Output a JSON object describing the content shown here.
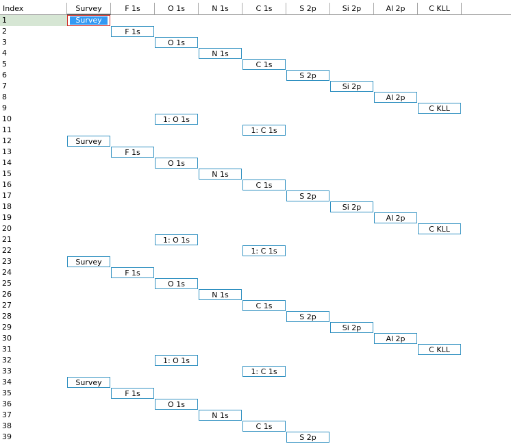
{
  "columns": [
    {
      "key": "index",
      "label": "Index"
    },
    {
      "key": "survey",
      "label": "Survey"
    },
    {
      "key": "f1s",
      "label": "F 1s"
    },
    {
      "key": "o1s",
      "label": "O 1s"
    },
    {
      "key": "n1s",
      "label": "N 1s"
    },
    {
      "key": "c1s",
      "label": "C 1s"
    },
    {
      "key": "s2p",
      "label": "S 2p"
    },
    {
      "key": "si2p",
      "label": "Si 2p"
    },
    {
      "key": "al2p",
      "label": "Al 2p"
    },
    {
      "key": "ckll",
      "label": "C KLL"
    }
  ],
  "sorted_column": "survey",
  "selected_row": 1,
  "active_cell": {
    "row": 1,
    "column": "survey"
  },
  "rows": [
    {
      "index": "1",
      "cells": [
        {
          "column": "survey",
          "text": "Survey"
        }
      ]
    },
    {
      "index": "2",
      "cells": [
        {
          "column": "f1s",
          "text": "F 1s"
        }
      ]
    },
    {
      "index": "3",
      "cells": [
        {
          "column": "o1s",
          "text": "O 1s"
        }
      ]
    },
    {
      "index": "4",
      "cells": [
        {
          "column": "n1s",
          "text": "N 1s"
        }
      ]
    },
    {
      "index": "5",
      "cells": [
        {
          "column": "c1s",
          "text": "C 1s"
        }
      ]
    },
    {
      "index": "6",
      "cells": [
        {
          "column": "s2p",
          "text": "S 2p"
        }
      ]
    },
    {
      "index": "7",
      "cells": [
        {
          "column": "si2p",
          "text": "Si 2p"
        }
      ]
    },
    {
      "index": "8",
      "cells": [
        {
          "column": "al2p",
          "text": "Al 2p"
        }
      ]
    },
    {
      "index": "9",
      "cells": [
        {
          "column": "ckll",
          "text": "C KLL"
        }
      ]
    },
    {
      "index": "10",
      "cells": [
        {
          "column": "o1s",
          "text": "1: O 1s"
        }
      ]
    },
    {
      "index": "11",
      "cells": [
        {
          "column": "c1s",
          "text": "1: C 1s"
        }
      ]
    },
    {
      "index": "12",
      "cells": [
        {
          "column": "survey",
          "text": "Survey"
        }
      ]
    },
    {
      "index": "13",
      "cells": [
        {
          "column": "f1s",
          "text": "F 1s"
        }
      ]
    },
    {
      "index": "14",
      "cells": [
        {
          "column": "o1s",
          "text": "O 1s"
        }
      ]
    },
    {
      "index": "15",
      "cells": [
        {
          "column": "n1s",
          "text": "N 1s"
        }
      ]
    },
    {
      "index": "16",
      "cells": [
        {
          "column": "c1s",
          "text": "C 1s"
        }
      ]
    },
    {
      "index": "17",
      "cells": [
        {
          "column": "s2p",
          "text": "S 2p"
        }
      ]
    },
    {
      "index": "18",
      "cells": [
        {
          "column": "si2p",
          "text": "Si 2p"
        }
      ]
    },
    {
      "index": "19",
      "cells": [
        {
          "column": "al2p",
          "text": "Al 2p"
        }
      ]
    },
    {
      "index": "20",
      "cells": [
        {
          "column": "ckll",
          "text": "C KLL"
        }
      ]
    },
    {
      "index": "21",
      "cells": [
        {
          "column": "o1s",
          "text": "1: O 1s"
        }
      ]
    },
    {
      "index": "22",
      "cells": [
        {
          "column": "c1s",
          "text": "1: C 1s"
        }
      ]
    },
    {
      "index": "23",
      "cells": [
        {
          "column": "survey",
          "text": "Survey"
        }
      ]
    },
    {
      "index": "24",
      "cells": [
        {
          "column": "f1s",
          "text": "F 1s"
        }
      ]
    },
    {
      "index": "25",
      "cells": [
        {
          "column": "o1s",
          "text": "O 1s"
        }
      ]
    },
    {
      "index": "26",
      "cells": [
        {
          "column": "n1s",
          "text": "N 1s"
        }
      ]
    },
    {
      "index": "27",
      "cells": [
        {
          "column": "c1s",
          "text": "C 1s"
        }
      ]
    },
    {
      "index": "28",
      "cells": [
        {
          "column": "s2p",
          "text": "S 2p"
        }
      ]
    },
    {
      "index": "29",
      "cells": [
        {
          "column": "si2p",
          "text": "Si 2p"
        }
      ]
    },
    {
      "index": "30",
      "cells": [
        {
          "column": "al2p",
          "text": "Al 2p"
        }
      ]
    },
    {
      "index": "31",
      "cells": [
        {
          "column": "ckll",
          "text": "C KLL"
        }
      ]
    },
    {
      "index": "32",
      "cells": [
        {
          "column": "o1s",
          "text": "1: O 1s"
        }
      ]
    },
    {
      "index": "33",
      "cells": [
        {
          "column": "c1s",
          "text": "1: C 1s"
        }
      ]
    },
    {
      "index": "34",
      "cells": [
        {
          "column": "survey",
          "text": "Survey"
        }
      ]
    },
    {
      "index": "35",
      "cells": [
        {
          "column": "f1s",
          "text": "F 1s"
        }
      ]
    },
    {
      "index": "36",
      "cells": [
        {
          "column": "o1s",
          "text": "O 1s"
        }
      ]
    },
    {
      "index": "37",
      "cells": [
        {
          "column": "n1s",
          "text": "N 1s"
        }
      ]
    },
    {
      "index": "38",
      "cells": [
        {
          "column": "c1s",
          "text": "C 1s"
        }
      ]
    },
    {
      "index": "39",
      "cells": [
        {
          "column": "s2p",
          "text": "S 2p"
        }
      ]
    }
  ],
  "colors": {
    "cell_border": "#2e8fc0",
    "selected_row_bg": "#d6e6d4",
    "active_cell_border": "#d1302a",
    "active_cell_fill": "#3399f3"
  }
}
